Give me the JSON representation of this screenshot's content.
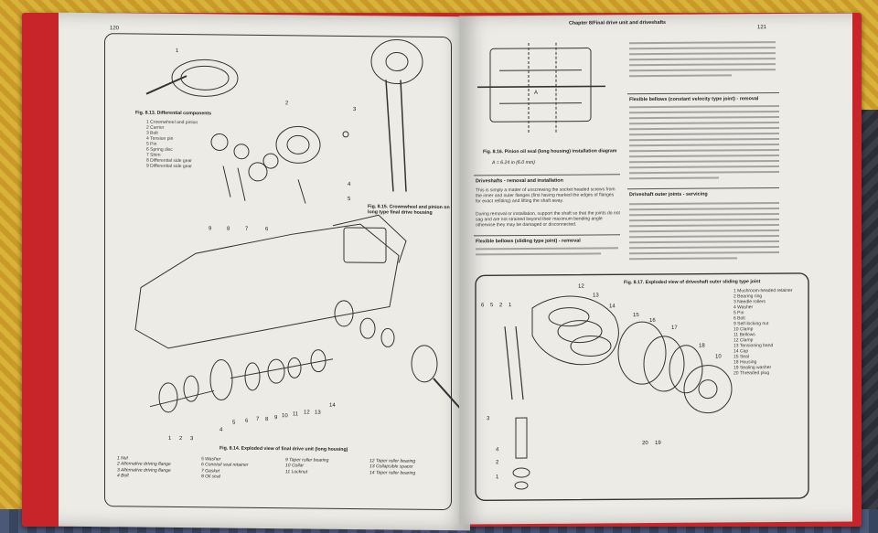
{
  "left_page": {
    "page_number": "120",
    "fig_813": {
      "caption": "Fig. 8.13. Differential components",
      "legend": [
        "1 Crownwheel and pinion",
        "2 Carrier",
        "3 Bolt",
        "4 Tension pin",
        "5 Pin",
        "6 Spring disc",
        "7 Shim",
        "8 Differential side gear",
        "9 Differential side gear"
      ]
    },
    "fig_815": {
      "caption": "Fig. 8.15. Crownwheel and pinion on long type final drive housing"
    },
    "fig_814": {
      "caption": "Fig. 8.14. Exploded view of final drive unit (long housing)",
      "legend": [
        "1 Nut",
        "2 Alternative driving flange",
        "3 Alternative driving flange",
        "4 Bolt",
        "5 Washer",
        "6 Cone/oil seal retainer",
        "7 Gasket",
        "8 Oil seal",
        "9 Taper roller bearing",
        "10 Collar",
        "11 Locknut",
        "12 Taper roller bearing",
        "13 Collapsible spacer",
        "14 Taper roller bearing"
      ]
    }
  },
  "right_page": {
    "header": "Chapter 8/Final drive unit and driveshafts",
    "page_number": "121",
    "fig_816": {
      "caption": "Fig. 8.16. Pinion oil seal (long housing) installation diagram",
      "formula": "A = 6.24 in (6.0 mm)"
    },
    "section_driveshafts": "Driveshafts - removal and installation",
    "section_flexible": "Flexible bellows (sliding type joint) - removal",
    "section_flexible_const": "Flexible bellows (constant velocity type joint) - removal",
    "section_joints": "Driveshaft outer joints - servicing",
    "text_intro": "This is simply a matter of unscrewing the socket headed screws from the inner and outer flanges (first having marked the edges of flanges for exact refitting) and lifting the shaft away.",
    "text_note": "During removal or installation, support the shaft so that the joints do not sag and are not strained beyond their maximum bending angle otherwise they may be damaged or disconnected.",
    "fig_817": {
      "caption": "Fig. 8.17. Exploded view of driveshaft outer sliding type joint",
      "legend": [
        "1 Mushroom-headed retainer",
        "2 Bearing ring",
        "3 Needle rollers",
        "4 Washer",
        "5 Pin",
        "6 Bolt",
        "9 Self-locking nut",
        "10 Clamp",
        "11 Bellows",
        "12 Clamp",
        "13 Tensioning band",
        "14 Cap",
        "15 Seal",
        "18 Housing",
        "19 Sealing washer",
        "20 Threaded plug"
      ]
    }
  },
  "colors": {
    "cover": "#c8252a",
    "paper": "#ecebe6",
    "ink": "#2a2a2a"
  }
}
